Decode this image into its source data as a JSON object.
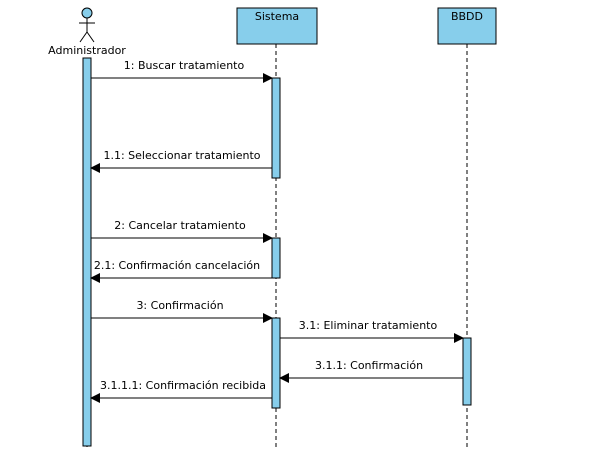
{
  "actors": [
    {
      "name": "Administrador",
      "kind": "actor"
    },
    {
      "name": "Sistema",
      "kind": "object"
    },
    {
      "name": "BBDD",
      "kind": "object"
    }
  ],
  "messages": [
    {
      "label": "1: Buscar tratamiento",
      "from": 0,
      "to": 1,
      "kind": "call"
    },
    {
      "label": "1.1: Seleccionar tratamiento",
      "from": 1,
      "to": 0,
      "kind": "return"
    },
    {
      "label": "2: Cancelar tratamiento",
      "from": 0,
      "to": 1,
      "kind": "call"
    },
    {
      "label": "2.1: Confirmación cancelación",
      "from": 1,
      "to": 0,
      "kind": "return"
    },
    {
      "label": "3: Confirmación",
      "from": 0,
      "to": 1,
      "kind": "call"
    },
    {
      "label": "3.1: Eliminar tratamiento",
      "from": 1,
      "to": 2,
      "kind": "call"
    },
    {
      "label": "3.1.1: Confirmación",
      "from": 2,
      "to": 1,
      "kind": "return"
    },
    {
      "label": "3.1.1.1: Confirmación recibida",
      "from": 1,
      "to": 0,
      "kind": "return"
    }
  ],
  "colors": {
    "lifeline_box_fill": "#87ceeb",
    "activation_fill": "#87ceeb",
    "stroke": "#000000",
    "background": "#ffffff"
  }
}
